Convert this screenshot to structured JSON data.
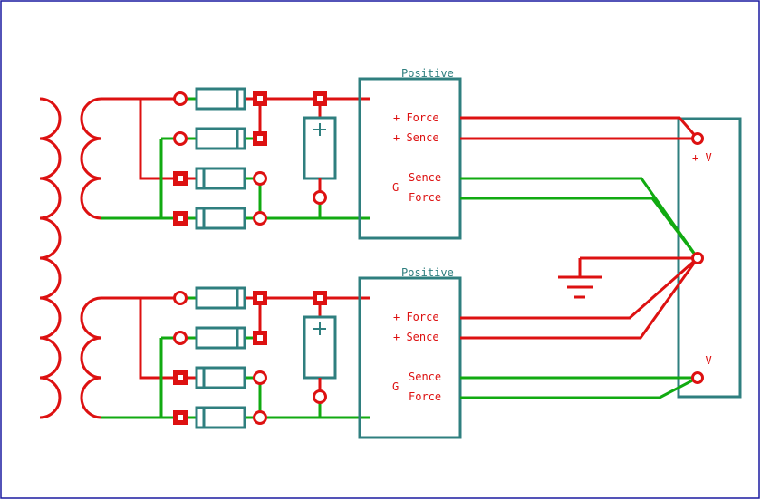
{
  "colors": {
    "red": "#dd1111",
    "green": "#11aa11",
    "teal": "#2f7f7f",
    "frame": "#1a1aa0",
    "background": "#ffffff"
  },
  "blocks": [
    {
      "title": "Positive",
      "pins": {
        "plus_force": "+ Force",
        "plus_sence": "+ Sence",
        "g": "G",
        "g_sence": "Sence",
        "g_force": "Force"
      }
    },
    {
      "title": "Positive",
      "pins": {
        "plus_force": "+ Force",
        "plus_sence": "+ Sence",
        "g": "G",
        "g_sence": "Sence",
        "g_force": "Force"
      }
    }
  ],
  "output_connector": {
    "plus_label": "+ V",
    "minus_label": "- V"
  },
  "icons": [
    "transformer-primary-coil-icon",
    "transformer-secondary-coil-icon",
    "diode-icon",
    "capacitor-icon",
    "ground-icon"
  ]
}
